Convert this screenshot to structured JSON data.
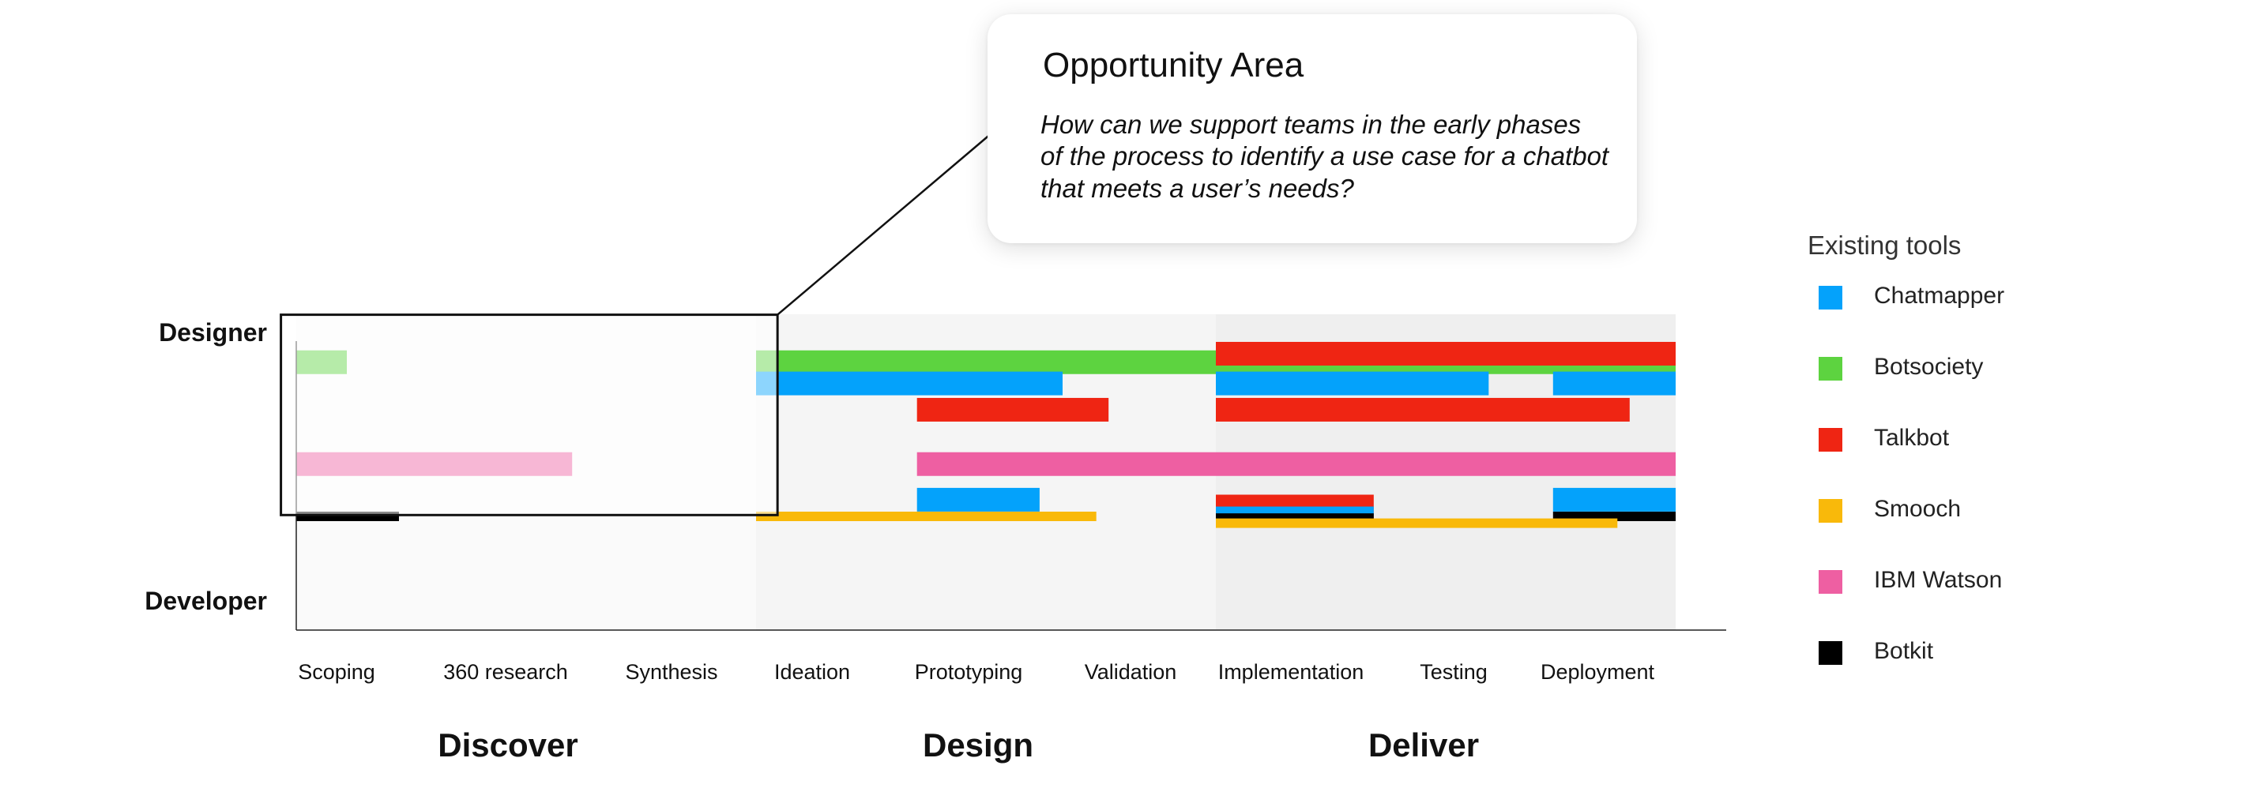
{
  "callout": {
    "title": "Opportunity Area",
    "body": "How can we support teams in the early phases of the process to identify a use case for a chatbot that meets a user’s needs?"
  },
  "legend": {
    "title": "Existing tools",
    "items": [
      {
        "name": "Chatmapper",
        "icon": "square-swatch",
        "color": "#04a2fb"
      },
      {
        "name": "Botsociety",
        "icon": "square-swatch",
        "color": "#5dd340"
      },
      {
        "name": "Talkbot",
        "icon": "square-swatch",
        "color": "#ef2513"
      },
      {
        "name": "Smooch",
        "icon": "square-swatch",
        "color": "#f9b90a"
      },
      {
        "name": "IBM Watson",
        "icon": "square-swatch",
        "color": "#ee5fa2"
      },
      {
        "name": "Botkit",
        "icon": "square-swatch",
        "color": "#000000"
      }
    ]
  },
  "chart_data": {
    "type": "bar",
    "orientation": "horizontal-timeline",
    "title": "",
    "xlabel": "",
    "ylabel": "",
    "y_axis_labels": [
      "Designer",
      "Developer"
    ],
    "categories": [
      "Scoping",
      "360 research",
      "Synthesis",
      "Ideation",
      "Prototyping",
      "Validation",
      "Implementation",
      "Testing",
      "Deployment"
    ],
    "phases": [
      {
        "name": "Discover",
        "start": 0,
        "end": 3,
        "shade": "#fafafa"
      },
      {
        "name": "Design",
        "start": 3,
        "end": 6,
        "shade": "#f5f5f5"
      },
      {
        "name": "Deliver",
        "start": 6,
        "end": 9,
        "shade": "#efefef"
      }
    ],
    "highlight": {
      "start": -0.1,
      "end": 3.14,
      "row_start": -1.6,
      "row_end": 10.2,
      "label": "Opportunity Area"
    },
    "grid": false,
    "segments": [
      {
        "tool": "Botsociety",
        "start": 0,
        "end": 0.33,
        "row": 0.5
      },
      {
        "tool": "Botsociety",
        "start": 3.0,
        "end": 9.0,
        "row": 0.5
      },
      {
        "tool": "Talkbot",
        "start": 6.0,
        "end": 9.0,
        "row": 0.0
      },
      {
        "tool": "Chatmapper",
        "start": 3.0,
        "end": 5.0,
        "row": 1.75
      },
      {
        "tool": "Chatmapper",
        "start": 6.0,
        "end": 7.78,
        "row": 1.75
      },
      {
        "tool": "Chatmapper",
        "start": 8.2,
        "end": 9.0,
        "row": 1.75
      },
      {
        "tool": "Talkbot",
        "start": 4.05,
        "end": 5.3,
        "row": 3.3
      },
      {
        "tool": "Talkbot",
        "start": 6.0,
        "end": 8.7,
        "row": 3.3
      },
      {
        "tool": "IBM Watson",
        "start": 0,
        "end": 1.8,
        "row": 6.5
      },
      {
        "tool": "IBM Watson",
        "start": 4.05,
        "end": 9.0,
        "row": 6.5
      },
      {
        "tool": "Chatmapper",
        "start": 4.05,
        "end": 4.85,
        "row": 8.6
      },
      {
        "tool": "Chatmapper",
        "start": 8.2,
        "end": 9.0,
        "row": 8.6
      },
      {
        "tool": "Talkbot",
        "start": 6.0,
        "end": 7.03,
        "row": 9.0
      },
      {
        "tool": "Botkit",
        "start": 0,
        "end": 0.67,
        "row": 10.0
      },
      {
        "tool": "Smooch",
        "start": 3.0,
        "end": 5.22,
        "row": 10.0
      },
      {
        "tool": "Botkit",
        "start": 8.2,
        "end": 9.0,
        "row": 10.0
      },
      {
        "tool": "Chatmapper",
        "start": 6.0,
        "end": 7.03,
        "row": 9.7
      },
      {
        "tool": "Botkit",
        "start": 6.0,
        "end": 7.03,
        "row": 10.1
      },
      {
        "tool": "Smooch",
        "start": 6.0,
        "end": 8.62,
        "row": 10.4
      }
    ]
  }
}
